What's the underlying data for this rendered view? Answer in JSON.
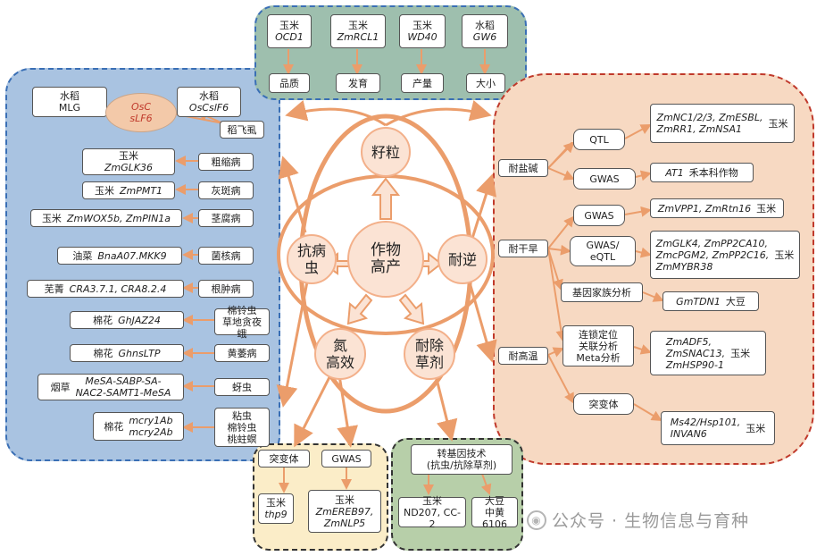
{
  "colors": {
    "blue_panel": "#a9c3e1",
    "green_panel": "#9ebfae",
    "orange_panel": "#f7d9c2",
    "yellow_panel": "#fbedc8",
    "green2_panel": "#b7cfa9",
    "arrow": "#eb9d6b",
    "circle_fill": "#fbe3d4"
  },
  "center": {
    "line1": "作物",
    "line2": "高产"
  },
  "nodes": {
    "seed": "籽粒",
    "disease_l1": "抗病",
    "disease_l2": "虫",
    "stress": "耐逆",
    "nitrogen_l1": "氮",
    "nitrogen_l2": "高效",
    "herbicide_l1": "耐除",
    "herbicide_l2": "草剂"
  },
  "seed_panel": {
    "genes": [
      {
        "crop": "玉米",
        "gene": "OCD1"
      },
      {
        "crop": "玉米",
        "gene": "ZmRCL1"
      },
      {
        "crop": "玉米",
        "gene": "WD40"
      },
      {
        "crop": "水稻",
        "gene": "GW6"
      }
    ],
    "traits": [
      "品质",
      "发育",
      "产量",
      "大小"
    ]
  },
  "disease_panel": {
    "rice_mlg": {
      "crop": "水稻",
      "gene": "MLG"
    },
    "oval_l1": "OsC",
    "oval_l2": "sLF6",
    "rice_cslf6": {
      "crop": "水稻",
      "gene": "OsCslF6"
    },
    "planthopper": "稻飞虱",
    "rows": [
      {
        "crop": "玉米",
        "gene": "ZmGLK36",
        "disease": "粗缩病"
      },
      {
        "crop": "玉米",
        "gene": "ZmPMT1",
        "disease": "灰斑病"
      },
      {
        "crop": "玉米",
        "gene": "ZmWOX5b, ZmPIN1a",
        "disease": "茎腐病"
      },
      {
        "crop": "油菜",
        "gene": "BnaA07.MKK9",
        "disease": "菌核病"
      },
      {
        "crop": "芜菁",
        "gene": "CRA3.7.1, CRA8.2.4",
        "disease": "根肿病"
      },
      {
        "crop": "棉花",
        "gene": "GhJAZ24",
        "disease": "棉铃虫",
        "disease2": "草地贪夜蛾"
      },
      {
        "crop": "棉花",
        "gene": "GhnsLTP",
        "disease": "黄萎病"
      },
      {
        "crop": "烟草",
        "gene": "MeSA-SABP-SA-",
        "gene2": "NAC2-SAMT1-MeSA",
        "disease": "蚜虫"
      },
      {
        "crop": "棉花",
        "gene": "mcry1Ab",
        "gene2": "mcry2Ab",
        "disease": "粘虫",
        "disease2": "棉铃虫",
        "disease3": "桃蛀螟"
      }
    ]
  },
  "stress_panel": {
    "salt": "耐盐碱",
    "drought": "耐干旱",
    "heat": "耐高温",
    "qtl": "QTL",
    "gwas1": "GWAS",
    "gwas2": "GWAS",
    "gwas_eqtl_l1": "GWAS/",
    "gwas_eqtl_l2": "eQTL",
    "family": "基因家族分析",
    "linkage_l1": "连锁定位",
    "linkage_l2": "关联分析",
    "linkage_l3": "Meta分析",
    "mutant": "突变体",
    "r_qtl_l1": "ZmNC1/2/3, ZmESBL,",
    "r_qtl_l2": "ZmRR1, ZmNSA1",
    "r_qtl_crop": "玉米",
    "r_gwas1_gene": "AT1",
    "r_gwas1_crop": "禾本科作物",
    "r_gwas2_gene": "ZmVPP1, ZmRtn16",
    "r_gwas2_crop": "玉米",
    "r_eqtl_l1": "ZmGLK4, ZmPP2CA10,",
    "r_eqtl_l2": "ZmcPGM2, ZmPP2C16,",
    "r_eqtl_l3": "ZmMYBR38",
    "r_eqtl_crop": "玉米",
    "r_family_gene": "GmTDN1",
    "r_family_crop": "大豆",
    "r_link_l1": "ZmADF5,",
    "r_link_l2": "ZmSNAC13,",
    "r_link_l3": "ZmHSP90-1",
    "r_link_crop": "玉米",
    "r_mut_l1": "Ms42/Hsp101,",
    "r_mut_l2": "INVAN6",
    "r_mut_crop": "玉米"
  },
  "nitrogen_panel": {
    "mutant": "突变体",
    "gwas": "GWAS",
    "r1_crop": "玉米",
    "r1_gene": "thp9",
    "r2_crop": "玉米",
    "r2_gene1": "ZmEREB97,",
    "r2_gene2": "ZmNLP5"
  },
  "herbicide_panel": {
    "title_l1": "转基因技术",
    "title_l2": "(抗虫/抗除草剂)",
    "r1_crop": "玉米",
    "r1_var": "ND207, CC-2",
    "r2_crop": "大豆",
    "r2_var": "中黄6106"
  },
  "watermark": {
    "text": "公众号 · 生物信息与育种"
  }
}
